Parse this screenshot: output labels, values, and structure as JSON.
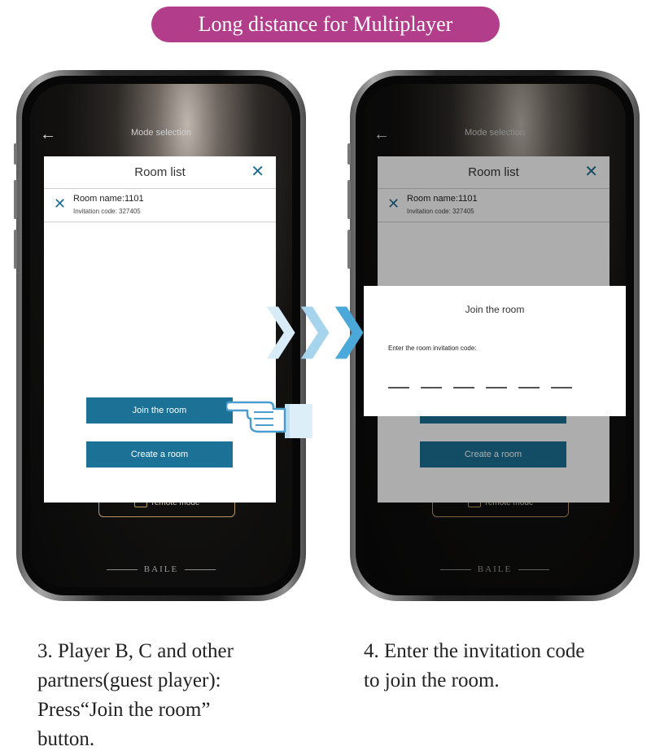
{
  "banner": {
    "title": "Long distance for Multiplayer"
  },
  "app": {
    "mode_title": "Mode selection",
    "remote_mode_label": "remote mode",
    "brand": "BAILE"
  },
  "room_list": {
    "title": "Room list",
    "rooms": [
      {
        "name": "Room name:1101",
        "invitation": "Invitation code: 327405"
      }
    ],
    "join_label": "Join the room",
    "create_label": "Create a room"
  },
  "join_dialog": {
    "title": "Join the room",
    "prompt": "Enter the room invitation code:",
    "slots": 6
  },
  "captions": {
    "step3": "3. Player B, C and other\npartners(guest player):\nPress“Join the room”\nbutton.",
    "step4": "4. Enter the invitation code\nto join the room."
  },
  "colors": {
    "banner": "#b23d8a",
    "button": "#1b7296",
    "accent_icon": "#1e6f94",
    "remote_border": "#b8975e",
    "chevron": "#4aa9d8"
  },
  "icons": {
    "back": "back-arrow-icon",
    "close": "close-icon",
    "remove": "remove-room-icon",
    "pointer": "pointing-hand-icon",
    "next": "chevron-right-icon"
  }
}
